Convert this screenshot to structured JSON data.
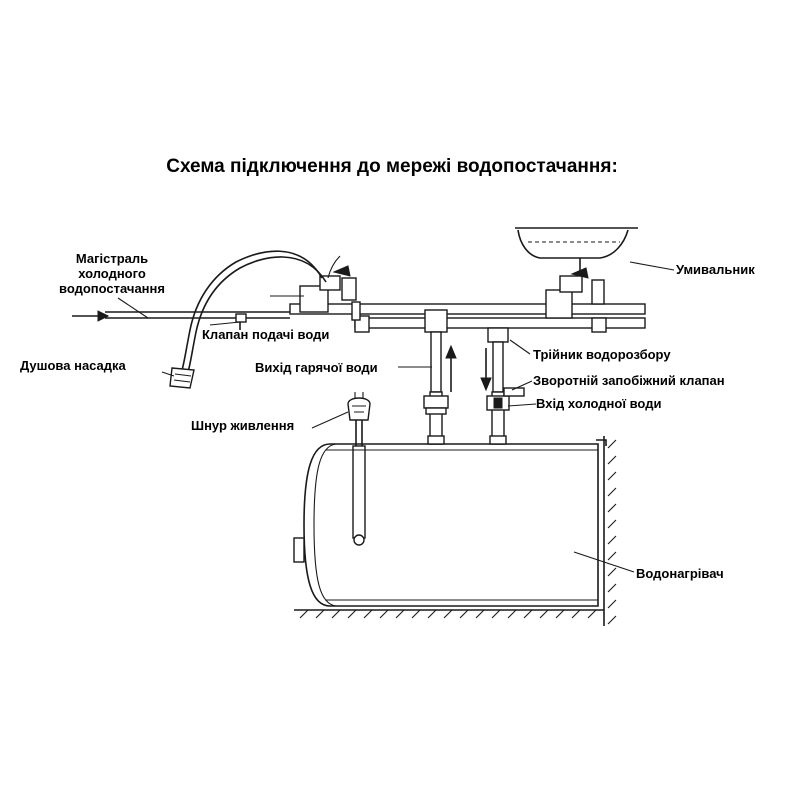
{
  "title": "Схема підключення до мережі водопостачання:",
  "labels": {
    "mains_line1": "Магістраль",
    "mains_line2": "холодного",
    "mains_line3": "водопостачання",
    "supply_valve": "Клапан подачі води",
    "shower_head": "Душова насадка",
    "hot_outlet": "Вихід гарячої води",
    "power_cord": "Шнур живлення",
    "sink": "Умивальник",
    "tee": "Трійник водорозбору",
    "check_valve": "Зворотній запобіжний клапан",
    "cold_inlet": "Вхід холодної води",
    "heater": "Водонагрівач"
  }
}
